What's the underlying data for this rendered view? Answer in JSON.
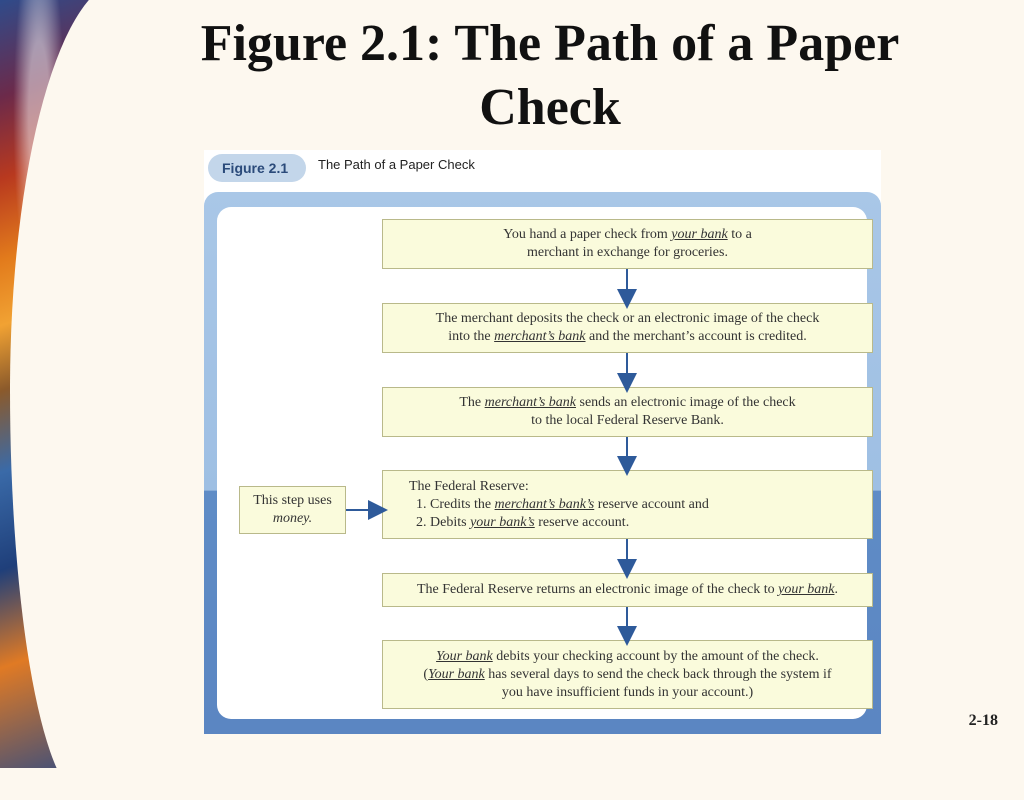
{
  "slide": {
    "title": "Figure 2.1: The Path of a Paper Check",
    "page_number": "2-18"
  },
  "figure": {
    "tab_label": "Figure 2.1",
    "caption": "The Path of a Paper Check",
    "steps": [
      {
        "parts": [
          {
            "t": "You hand a paper check from "
          },
          {
            "t": "your bank",
            "u": true
          },
          {
            "t": " to a"
          },
          {
            "br": true
          },
          {
            "t": "merchant in exchange for groceries."
          }
        ]
      },
      {
        "parts": [
          {
            "t": "The merchant deposits the check or an electronic image of the check"
          },
          {
            "br": true
          },
          {
            "t": "into the "
          },
          {
            "t": "merchant’s bank",
            "u": true
          },
          {
            "t": " and the merchant’s account is credited."
          }
        ]
      },
      {
        "parts": [
          {
            "t": "The "
          },
          {
            "t": "merchant’s bank",
            "u": true
          },
          {
            "t": " sends an electronic image of the check"
          },
          {
            "br": true
          },
          {
            "t": "to the local Federal Reserve Bank."
          }
        ]
      },
      {
        "parts": [
          {
            "t": "The Federal Reserve:"
          },
          {
            "br": true
          },
          {
            "t": "  1. Credits the "
          },
          {
            "t": "merchant’s bank’s",
            "u": true
          },
          {
            "t": " reserve account and"
          },
          {
            "br": true
          },
          {
            "t": "  2. Debits "
          },
          {
            "t": "your bank’s",
            "u": true
          },
          {
            "t": " reserve account."
          }
        ]
      },
      {
        "parts": [
          {
            "t": "The Federal Reserve returns an electronic image of the check to "
          },
          {
            "t": "your bank",
            "u": true
          },
          {
            "t": "."
          }
        ]
      },
      {
        "parts": [
          {
            "t": "Your bank",
            "u": true
          },
          {
            "t": " debits your checking account by the amount of the check."
          },
          {
            "br": true
          },
          {
            "t": "("
          },
          {
            "t": "Your bank",
            "u": true
          },
          {
            "t": " has several days to send the check back through the system if"
          },
          {
            "br": true
          },
          {
            "t": "you have insufficient funds in your account.)"
          }
        ]
      }
    ],
    "side_note": {
      "line1": "This step uses",
      "line2": "money."
    },
    "colors": {
      "box_fill": "#fafbdc",
      "arrow": "#2e5a9a",
      "panel_top": "#a9c7e7",
      "panel_bottom": "#5b86c2"
    }
  }
}
